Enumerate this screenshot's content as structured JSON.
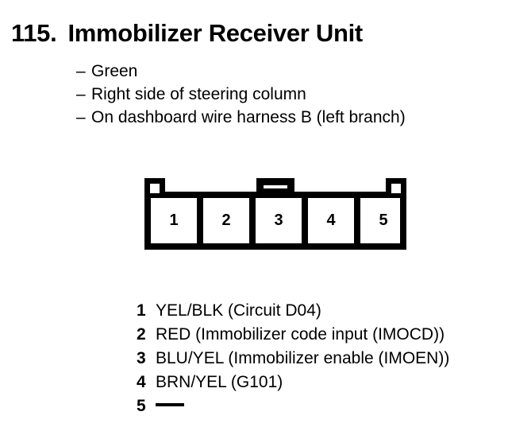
{
  "header": {
    "number": "115.",
    "title": "Immobilizer Receiver Unit"
  },
  "attributes": {
    "dash": "–",
    "items": [
      "Green",
      "Right side of steering column",
      "On dashboard wire harness B (left branch)"
    ]
  },
  "connector": {
    "cavity_count": 5,
    "cavity_labels": [
      "1",
      "2",
      "3",
      "4",
      "5"
    ],
    "outline_color": "#000000",
    "fill_color": "#ffffff"
  },
  "legend": {
    "rows": [
      {
        "pin": "1",
        "desc": "YEL/BLK (Circuit D04)"
      },
      {
        "pin": "2",
        "desc": "RED (Immobilizer code input (IMOCD))"
      },
      {
        "pin": "3",
        "desc": "BLU/YEL (Immobilizer enable (IMOEN))"
      },
      {
        "pin": "4",
        "desc": "BRN/YEL (G101)"
      },
      {
        "pin": "5",
        "desc": "—"
      }
    ]
  }
}
